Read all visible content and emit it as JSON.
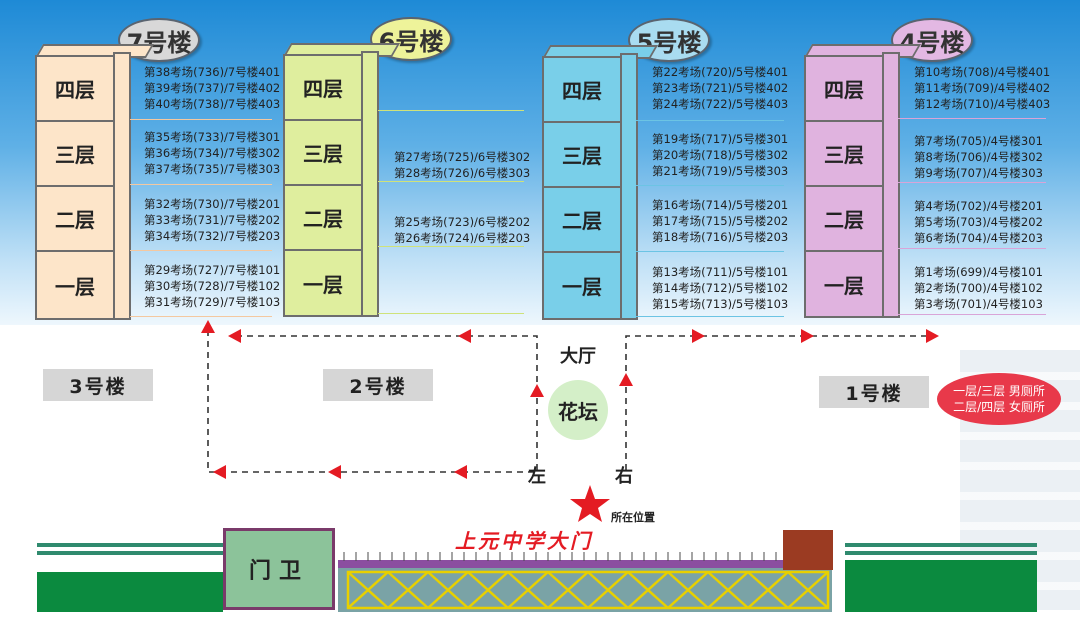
{
  "colors": {
    "building7": "#fde5c9",
    "building6": "#dfee9e",
    "building5": "#79cfe9",
    "building4": "#e0b3df",
    "bubble7": "#d8d8d8",
    "bubble6": "#eef39a",
    "bubble5": "#a9dcf0",
    "bubble4": "#e3b8e3",
    "arrow": "#e41b23",
    "toilet_badge": "#e8394a",
    "flowerbed": "#d4efc8"
  },
  "buildings": [
    {
      "name": "7号楼",
      "floors": [
        "四层",
        "三层",
        "二层",
        "一层"
      ],
      "rooms": [
        [
          "第38考场(736)/7号楼401",
          "第39考场(737)/7号楼402",
          "第40考场(738)/7号楼403"
        ],
        [
          "第35考场(733)/7号楼301",
          "第36考场(734)/7号楼302",
          "第37考场(735)/7号楼303"
        ],
        [
          "第32考场(730)/7号楼201",
          "第33考场(731)/7号楼202",
          "第34考场(732)/7号楼203"
        ],
        [
          "第29考场(727)/7号楼101",
          "第30考场(728)/7号楼102",
          "第31考场(729)/7号楼103"
        ]
      ]
    },
    {
      "name": "6号楼",
      "floors": [
        "四层",
        "三层",
        "二层",
        "一层"
      ],
      "rooms": [
        [],
        [
          "第27考场(725)/6号楼302",
          "第28考场(726)/6号楼303"
        ],
        [
          "第25考场(723)/6号楼202",
          "第26考场(724)/6号楼203"
        ],
        []
      ]
    },
    {
      "name": "5号楼",
      "floors": [
        "四层",
        "三层",
        "二层",
        "一层"
      ],
      "rooms": [
        [
          "第22考场(720)/5号楼401",
          "第23考场(721)/5号楼402",
          "第24考场(722)/5号楼403"
        ],
        [
          "第19考场(717)/5号楼301",
          "第20考场(718)/5号楼302",
          "第21考场(719)/5号楼303"
        ],
        [
          "第16考场(714)/5号楼201",
          "第17考场(715)/5号楼202",
          "第18考场(716)/5号楼203"
        ],
        [
          "第13考场(711)/5号楼101",
          "第14考场(712)/5号楼102",
          "第15考场(713)/5号楼103"
        ]
      ]
    },
    {
      "name": "4号楼",
      "floors": [
        "四层",
        "三层",
        "二层",
        "一层"
      ],
      "rooms": [
        [
          "第10考场(708)/4号楼401",
          "第11考场(709)/4号楼402",
          "第12考场(710)/4号楼403"
        ],
        [
          "第7考场(705)/4号楼301",
          "第8考场(706)/4号楼302",
          "第9考场(707)/4号楼303"
        ],
        [
          "第4考场(702)/4号楼201",
          "第5考场(703)/4号楼202",
          "第6考场(704)/4号楼203"
        ],
        [
          "第1考场(699)/4号楼101",
          "第2考场(700)/4号楼102",
          "第3考场(701)/4号楼103"
        ]
      ]
    }
  ],
  "other_buildings": {
    "b3": "3号楼",
    "b2": "2号楼",
    "b1": "1号楼"
  },
  "map": {
    "hall": "大厅",
    "flowerbed": "花坛",
    "left": "左",
    "right": "右",
    "you_are_here": "所在位置",
    "gate_name": "上元中学大门",
    "guard": "门卫",
    "toilet_line1": "一层/三层 男厕所",
    "toilet_line2": "二层/四层 女厕所"
  }
}
